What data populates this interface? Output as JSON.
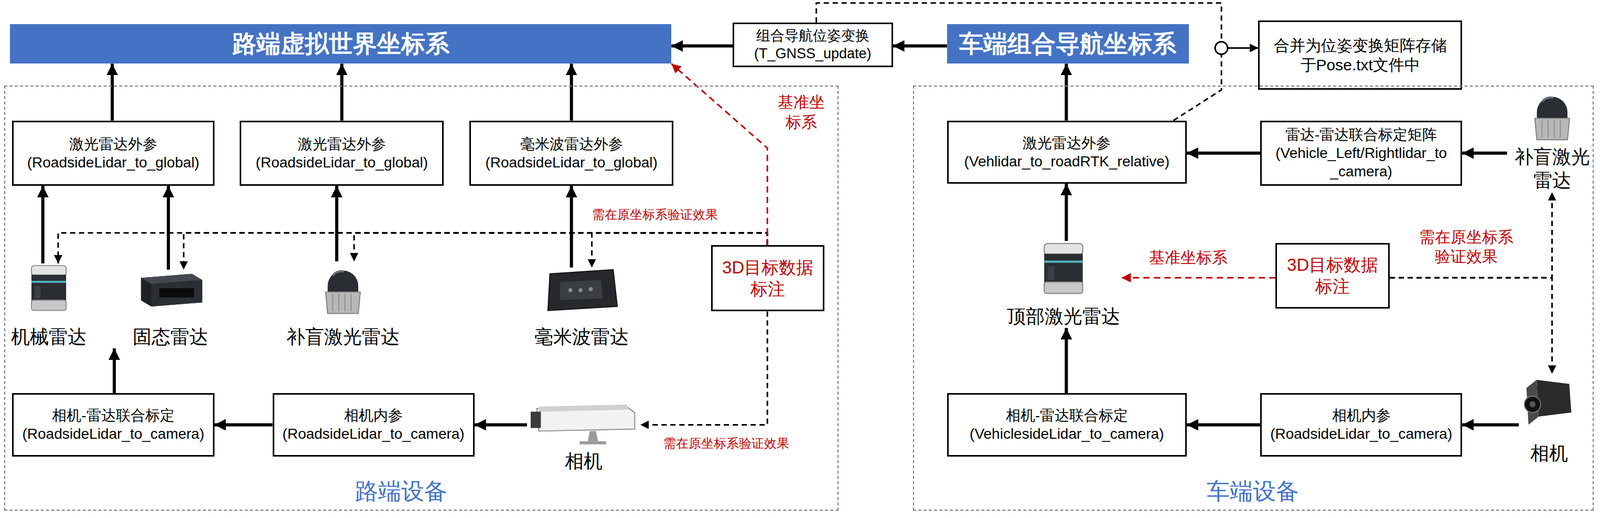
{
  "diagram": {
    "nodes": [
      {
        "text": [
          "路端虚拟世界坐标系"
        ]
      },
      {
        "text": [
          "组合导航位姿变换",
          "(T_GNSS_update)"
        ]
      },
      {
        "text": [
          "车端组合导航坐标系"
        ]
      },
      {
        "text": [
          "合并为位姿变换矩阵存储 于Pose.txt文件中"
        ]
      },
      {
        "text": [
          "路端设备"
        ]
      },
      {
        "text": [
          "车端设备"
        ]
      },
      {
        "text": [
          "激光雷达外参",
          "(RoadsideLidar_to_global)"
        ],
        "in": 4
      },
      {
        "text": [
          "激光雷达外参",
          "(RoadsideLidar_to_global)"
        ],
        "in": 4
      },
      {
        "text": [
          "毫米波雷达外参",
          "(RoadsideLidar_to_global)"
        ],
        "in": 4
      },
      {
        "text": [
          "机械雷达"
        ],
        "in": 4
      },
      {
        "text": [
          "固态雷达"
        ],
        "in": 4
      },
      {
        "text": [
          "补盲激光雷达"
        ],
        "in": 4
      },
      {
        "text": [
          "毫米波雷达"
        ],
        "in": 4
      },
      {
        "text": [
          "相机-雷达联合标定",
          "(RoadsideLidar_to_camera)"
        ],
        "in": 4
      },
      {
        "text": [
          "相机内参",
          "(RoadsideLidar_to_camera)"
        ],
        "in": 4
      },
      {
        "text": [
          "相机"
        ],
        "in": 4
      },
      {
        "text": [
          "3D目标数据 标注"
        ],
        "in": 4
      },
      {
        "text": [
          "激光雷达外参",
          "(Vehlidar_to_roadRTK_relative)"
        ],
        "in": 5
      },
      {
        "text": [
          "雷达-雷达联合标定矩阵",
          "(Vehicle_Left/Rightlidar_to _camera)"
        ],
        "in": 5
      },
      {
        "text": [
          "补盲激光 雷达"
        ],
        "in": 5
      },
      {
        "text": [
          "顶部激光雷达"
        ],
        "in": 5
      },
      {
        "text": [
          "3D目标数据 标注"
        ],
        "in": 5
      },
      {
        "text": [
          "相机-雷达联合标定",
          "(VehiclesideLidar_to_camera)"
        ],
        "in": 5
      },
      {
        "text": [
          "相机内参",
          "(RoadsideLidar_to_camera)"
        ],
        "in": 5
      },
      {
        "text": [
          "相机"
        ],
        "in": 5
      }
    ],
    "edges": [
      {
        "from": 6,
        "to": 0,
        "arrow": "to"
      },
      {
        "from": 7,
        "to": 0,
        "arrow": "to"
      },
      {
        "from": 8,
        "to": 0,
        "arrow": "to"
      },
      {
        "from": 1,
        "to": 0,
        "arrow": "to"
      },
      {
        "from": 2,
        "to": 1,
        "arrow": "to"
      },
      {
        "from": 9,
        "to": 6,
        "arrow": "to"
      },
      {
        "from": 10,
        "to": 6,
        "arrow": "to"
      },
      {
        "from": 11,
        "to": 7,
        "arrow": "to"
      },
      {
        "from": 12,
        "to": 8,
        "arrow": "to"
      },
      {
        "from": 13,
        "to": 10,
        "arrow": "to"
      },
      {
        "from": 14,
        "to": 13,
        "arrow": "to"
      },
      {
        "from": 15,
        "to": 14,
        "arrow": "to"
      },
      {
        "from": 16,
        "to": 9,
        "arrow": "to"
      },
      {
        "from": 16,
        "to": 10,
        "arrow": "to"
      },
      {
        "from": 16,
        "to": 11,
        "arrow": "to"
      },
      {
        "from": 16,
        "to": 12,
        "arrow": "to",
        "label": "需在原坐标系验证效果"
      },
      {
        "from": 16,
        "to": 15,
        "arrow": "to",
        "label": "需在原坐标系验证效果"
      },
      {
        "from": 16,
        "to": 0,
        "arrow": "to",
        "label": "基准坐 标系"
      },
      {
        "from": 17,
        "to": 2,
        "arrow": "to"
      },
      {
        "from": 18,
        "to": 17,
        "arrow": "to"
      },
      {
        "from": 19,
        "to": 18,
        "arrow": "to"
      },
      {
        "from": 20,
        "to": 17,
        "arrow": "to"
      },
      {
        "from": 22,
        "to": 20,
        "arrow": "to"
      },
      {
        "from": 23,
        "to": 22,
        "arrow": "to"
      },
      {
        "from": 24,
        "to": 23,
        "arrow": "to"
      },
      {
        "from": 21,
        "to": 20,
        "arrow": "to",
        "label": "基准坐标系"
      },
      {
        "from": 21,
        "to": 19,
        "arrow": "to",
        "label": "需在原坐标系 验证效果"
      },
      {
        "from": 21,
        "to": 24,
        "arrow": "to"
      },
      {
        "from": 17,
        "to": 3,
        "arrow": "to"
      },
      {
        "from": 1,
        "to": 3,
        "arrow": "to"
      }
    ]
  }
}
